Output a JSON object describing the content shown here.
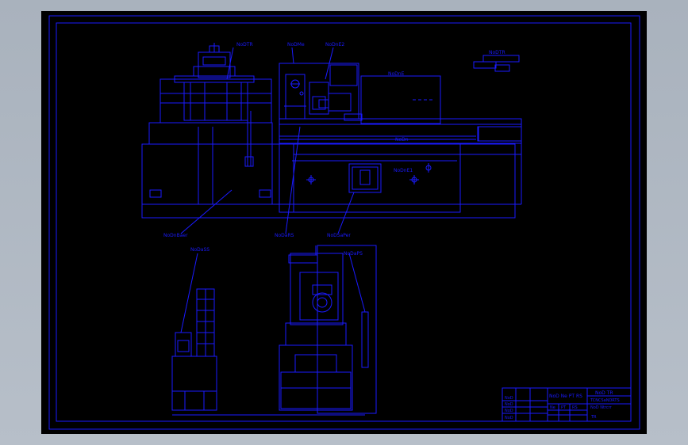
{
  "viewer": {
    "background_color": "#b0b8c2",
    "canvas_color": "#000000",
    "line_color": "#1a1aff"
  },
  "labels": {
    "top_1": "NoDTR",
    "top_2": "NoDMe",
    "top_3": "NoDnE2",
    "top_right": "NoDTR",
    "mid_right": "NoDnE",
    "bottom_1": "NoDnBaer",
    "bottom_2": "NoDaRS",
    "bottom_3": "NoDSaPer",
    "side_1": "NoDaSS",
    "side_2": "NoDaPS",
    "rail_text": "NoDn",
    "panel_text": "NoDnE1"
  },
  "title_block": {
    "left_caption": "NoD Ne PT RS",
    "right_caption": "NoD TR",
    "sub_caption_1": "TCNCSaNDRTS",
    "sub_caption_2": "NoD Ntrcrr",
    "cells": [
      "NoD",
      "NoD",
      "NoD",
      "NoD",
      "Ne",
      "PT",
      "RS",
      "TR"
    ]
  }
}
